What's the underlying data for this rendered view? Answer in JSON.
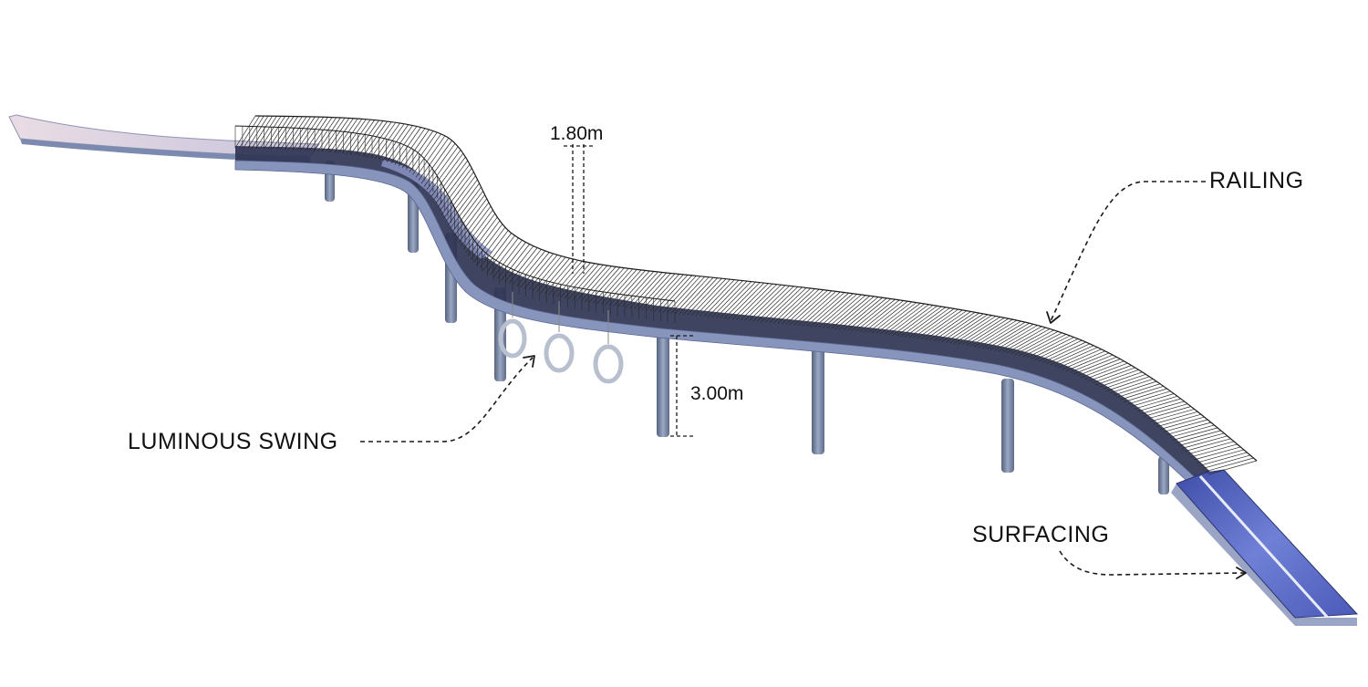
{
  "labels": {
    "railing": "RAILING",
    "luminous_swing": "LUMINOUS SWING",
    "surfacing": "SURFACING",
    "railing_height": "1.80m",
    "clearance_height": "3.00m"
  },
  "colors": {
    "deck_top": "#c3c2dc",
    "deck_dark": "#2a2e48",
    "deck_side": "#8795ba",
    "pillar": "#6d7b98",
    "pillar_light": "#9aa8c4",
    "surfacing_blue": "#5e6dc4",
    "railing_line": "#2a2a2a",
    "swing_ring": "#b8bfcf"
  }
}
